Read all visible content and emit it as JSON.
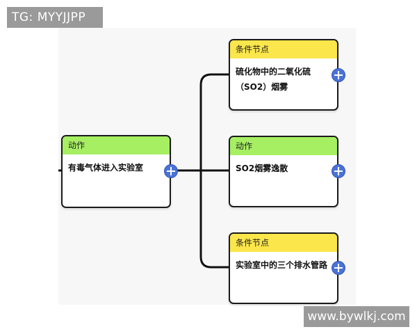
{
  "watermark": {
    "top_text": "TG: MYYJJPP",
    "bottom_text": "www.bywlkj.com"
  },
  "nodes": {
    "root": {
      "header": "动作",
      "text": "有毒气体进入实验室",
      "type": "action"
    },
    "child1": {
      "header": "条件节点",
      "text": "硫化物中的二氧化硫（SO2）烟雾",
      "type": "condition"
    },
    "child2": {
      "header": "动作",
      "text": "SO2烟雾逸散",
      "type": "action"
    },
    "child3": {
      "header": "条件节点",
      "text": "实验室中的三个排水管路",
      "type": "condition"
    }
  },
  "colors": {
    "action_header": "#a6ef63",
    "condition_header": "#fbe64b",
    "add_button": "#4a72d8",
    "connector": "#111111"
  },
  "icons": {
    "add": "plus-circle-icon"
  }
}
